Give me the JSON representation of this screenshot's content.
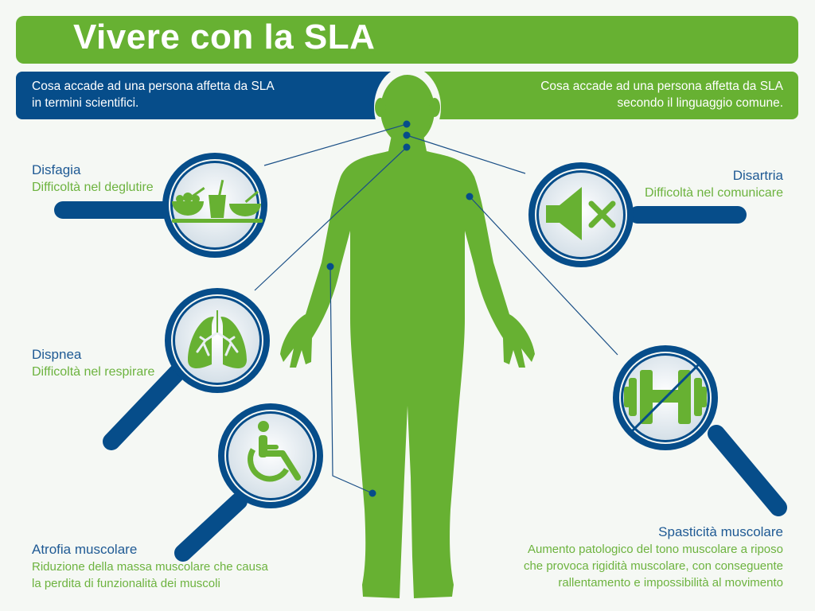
{
  "title": "Vivere con la SLA",
  "bands": {
    "left": {
      "line1": "Cosa accade ad una persona affetta da SLA",
      "line2": "in termini scientifici."
    },
    "right": {
      "line1": "Cosa accade ad una persona affetta da SLA",
      "line2": "secondo il linguaggio comune."
    }
  },
  "conditions": [
    {
      "term": "Disfagia",
      "desc": "Difficoltà nel deglutire",
      "icon": "food-tray-icon"
    },
    {
      "term": "Disartria",
      "desc": "Difficoltà nel comunicare",
      "icon": "speaker-muted-icon"
    },
    {
      "term": "Dispnea",
      "desc": "Difficoltà nel respirare",
      "icon": "lungs-icon"
    },
    {
      "term": "Atrofia muscolare",
      "desc1": "Riduzione della massa muscolare che causa",
      "desc2": "la perdita di funzionalità dei muscoli",
      "icon": "wheelchair-icon"
    },
    {
      "term": "Spasticità muscolare",
      "desc1": "Aumento patologico del tono muscolare a riposo",
      "desc2": "che provoca rigidità muscolare, con conseguente",
      "desc3": "rallentamento e impossibilità al movimento",
      "icon": "no-dumbbell-icon"
    }
  ],
  "colors": {
    "green": "#67b132",
    "blue": "#064d8a",
    "background": "#f5f8f4"
  }
}
